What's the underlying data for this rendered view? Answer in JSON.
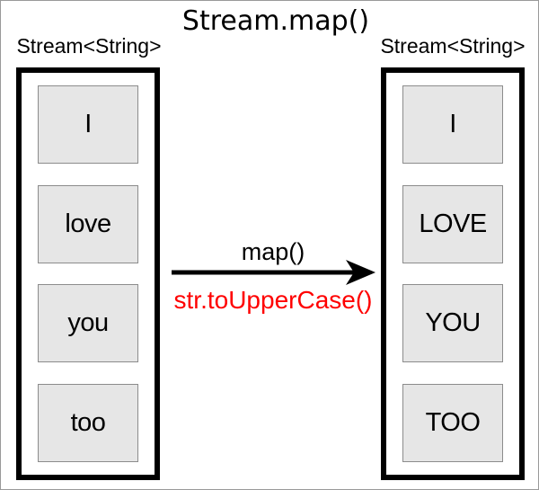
{
  "title": "Stream.map()",
  "left_stream": {
    "label": "Stream<String>",
    "items": [
      "I",
      "love",
      "you",
      "too"
    ]
  },
  "right_stream": {
    "label": "Stream<String>",
    "items": [
      "I",
      "LOVE",
      "YOU",
      "TOO"
    ]
  },
  "transform": {
    "function_label": "map()",
    "lambda_label": "str.toUpperCase()"
  },
  "colors": {
    "lambda_text": "#ff0000",
    "cell_fill": "#e6e6e6",
    "cell_border": "#8c8c8c",
    "stream_border": "#000000",
    "page_border": "#999999",
    "text": "#000000"
  }
}
